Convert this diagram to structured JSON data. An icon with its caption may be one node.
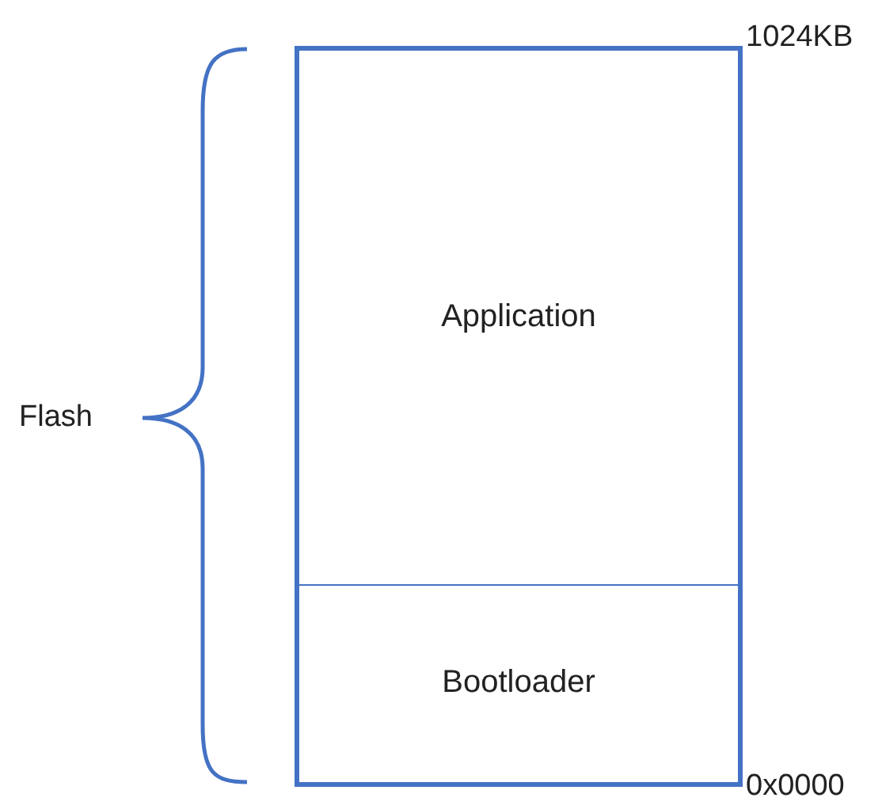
{
  "diagram": {
    "nodes": [
      {
        "text": [
          "Application"
        ]
      },
      {
        "text": [
          "Bootloader"
        ]
      }
    ],
    "labels": [
      "1024KB",
      "Flash",
      "0x0000"
    ]
  }
}
